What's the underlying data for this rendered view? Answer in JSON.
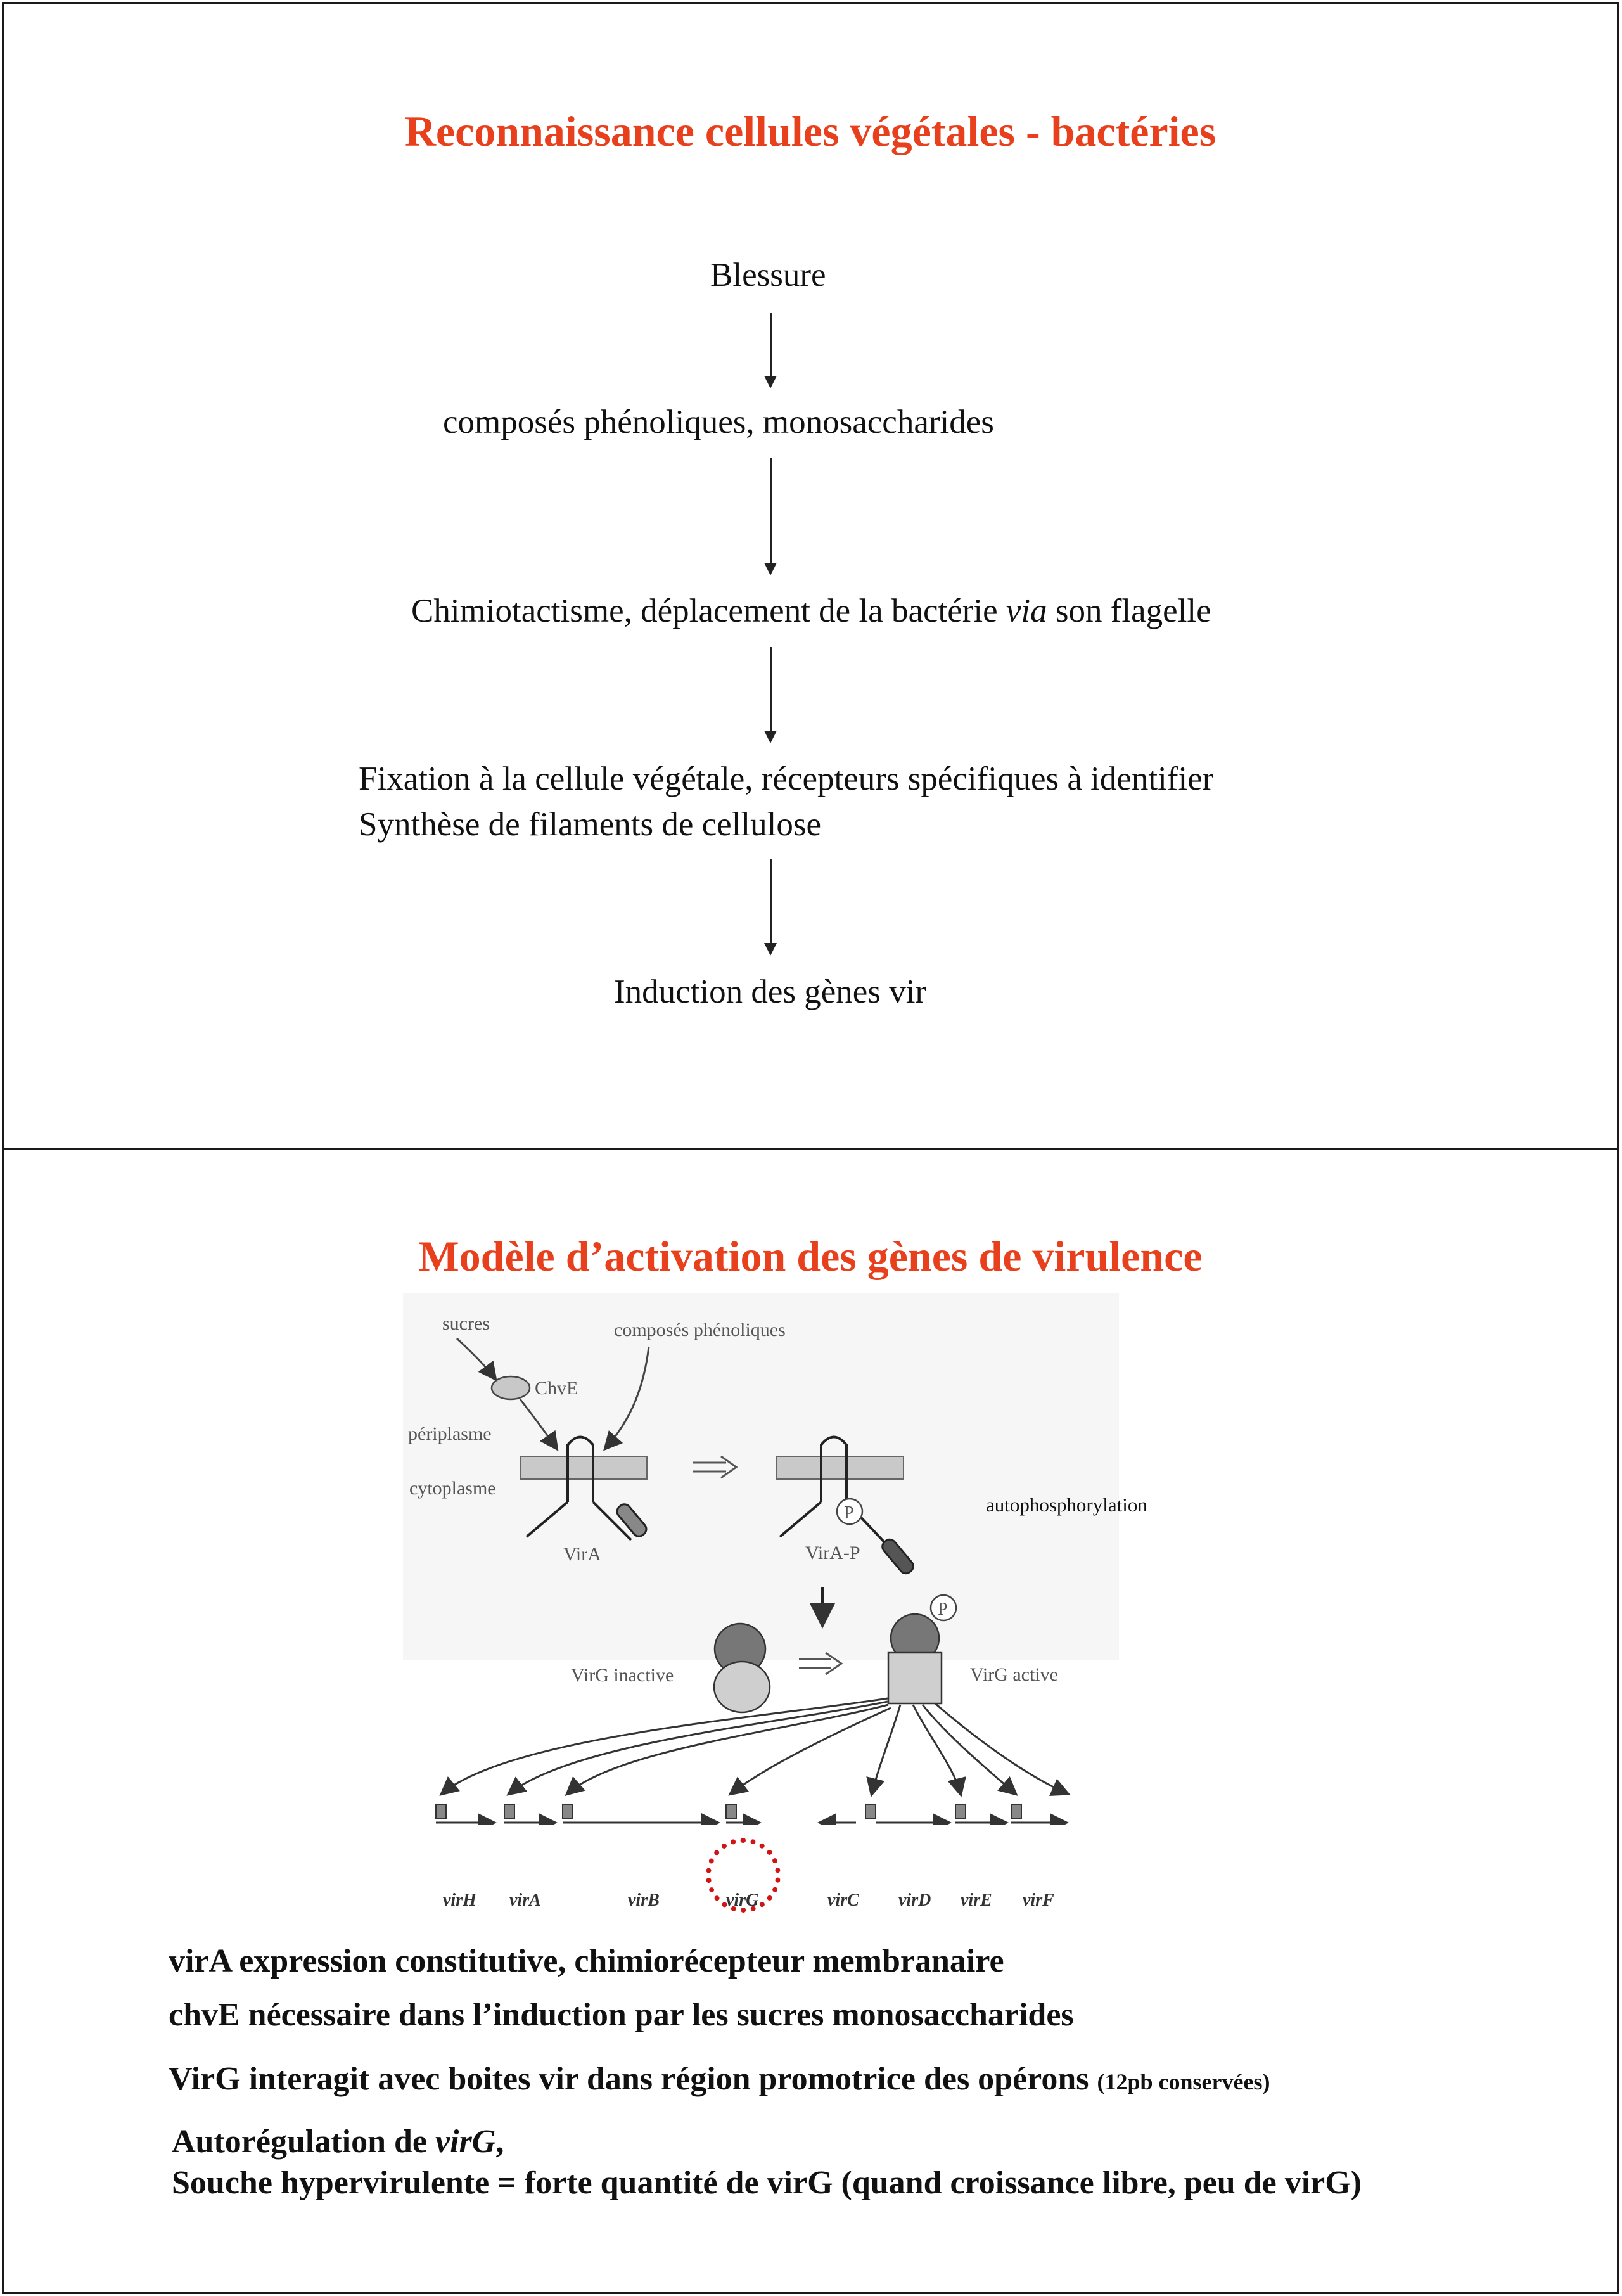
{
  "slide1": {
    "title": "Reconnaissance cellules végétales - bactéries",
    "steps": {
      "s1": "Blessure",
      "s2": "composés phénoliques, monosaccharides",
      "s3_pre": "Chimiotactisme, déplacement de la bactérie ",
      "s3_em": "via",
      "s3_post": " son flagelle",
      "s4_line1": "Fixation à la cellule végétale, récepteurs spécifiques à identifier",
      "s4_line2": "Synthèse de filaments de cellulose",
      "s5": "Induction des gènes vir"
    }
  },
  "slide2": {
    "title": "Modèle d’activation des gènes de virulence",
    "figure": {
      "sucres": "sucres",
      "composes": "composés phénoliques",
      "chve": "ChvE",
      "periplasme": "périplasme",
      "cytoplasme": "cytoplasme",
      "vira": "VirA",
      "vira_p": "VirA-P",
      "p_symbol": "P",
      "autophos": "autophosphorylation",
      "virg_inactive": "VirG inactive",
      "virg_active": "VirG active",
      "genes": [
        "virH",
        "virA",
        "virB",
        "virG",
        "virC",
        "virD",
        "virE",
        "virF"
      ]
    },
    "notes": {
      "n1": "virA expression constitutive, chimiorécepteur membranaire",
      "n2": "chvE nécessaire dans l’induction par les sucres monosaccharides",
      "n3": "VirG interagit avec boites vir dans région promotrice des opérons",
      "n3_small": "(12pb conservées)",
      "n4_pre": "Autorégulation de ",
      "n4_em": "virG",
      "n4_post": ",",
      "n5": "Souche hypervirulente = forte quantité de virG (quand croissance libre, peu de virG)"
    }
  }
}
